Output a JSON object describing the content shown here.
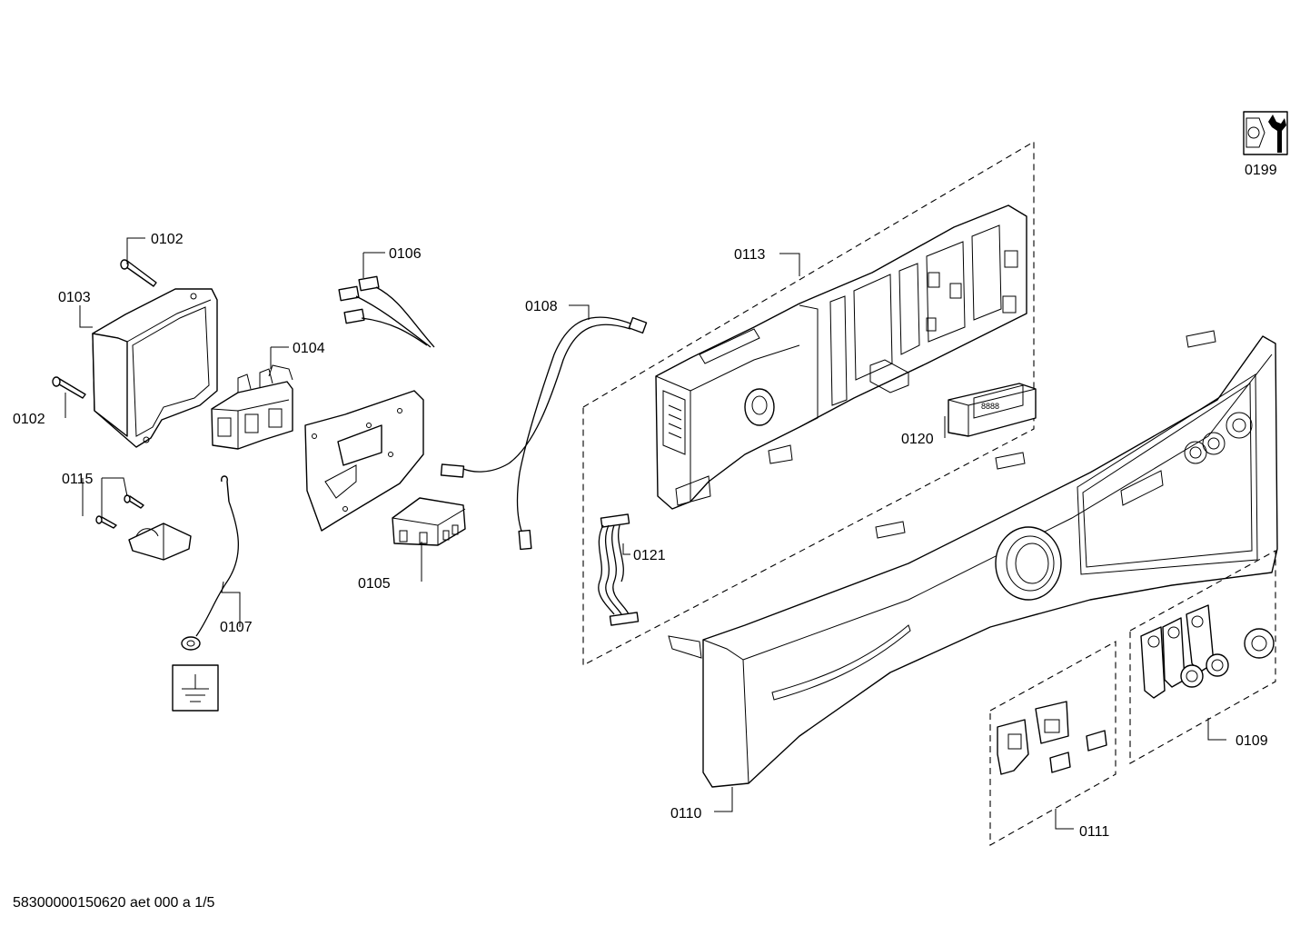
{
  "document_id": "58300000150620 aet 000 a 1/5",
  "callouts": {
    "c0102a": "0102",
    "c0102b": "0102",
    "c0103": "0103",
    "c0104": "0104",
    "c0105": "0105",
    "c0106": "0106",
    "c0107": "0107",
    "c0108": "0108",
    "c0109": "0109",
    "c0110": "0110",
    "c0111": "0111",
    "c0113": "0113",
    "c0115": "0115",
    "c0120": "0120",
    "c0121": "0121",
    "c0199": "0199"
  },
  "display_text": "8888"
}
